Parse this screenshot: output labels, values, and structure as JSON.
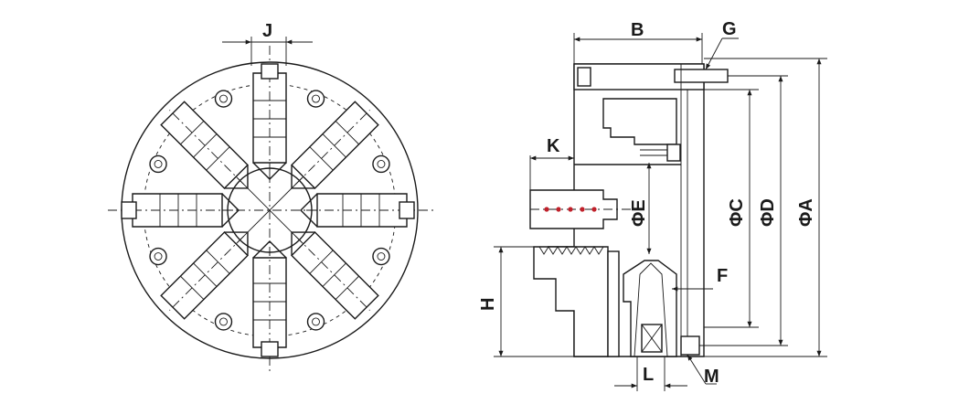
{
  "labels": {
    "J": "J",
    "B": "B",
    "G": "G",
    "K": "K",
    "E": "ΦE",
    "C": "ΦC",
    "D": "ΦD",
    "A": "ΦA",
    "H": "H",
    "F": "F",
    "L": "L",
    "M": "M"
  },
  "colors": {
    "line": "#1a1a1a",
    "accent": "#c0202a",
    "background": "#ffffff"
  }
}
